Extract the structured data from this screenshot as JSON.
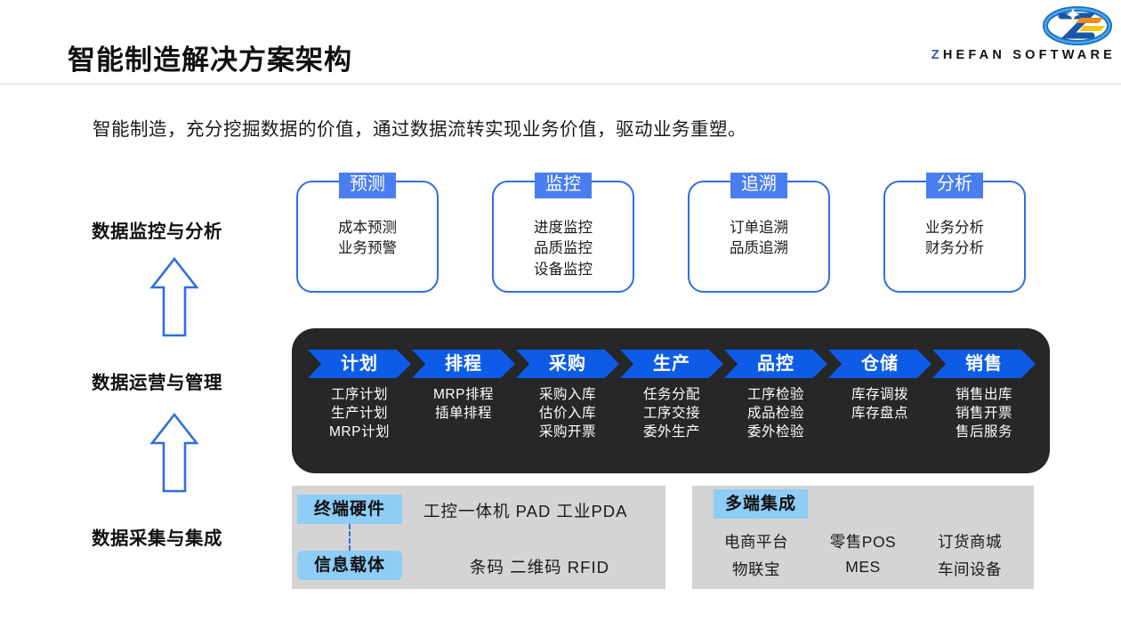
{
  "header": {
    "title": "智能制造解决方案架构",
    "subtitle": "智能制造，充分挖掘数据的价值，通过数据流转实现业务价值，驱动业务重塑。",
    "logo_text_prefix": "Z",
    "logo_text_rest": "HEFAN SOFTWARE",
    "logo_icon": "zhefan-logo-icon"
  },
  "stages": [
    {
      "label": "数据监控与分析"
    },
    {
      "label": "数据运营与管理"
    },
    {
      "label": "数据采集与集成"
    }
  ],
  "analytics_cards": [
    {
      "badge": "预测",
      "items": [
        "成本预测",
        "业务预警"
      ]
    },
    {
      "badge": "监控",
      "items": [
        "进度监控",
        "品质监控",
        "设备监控"
      ]
    },
    {
      "badge": "追溯",
      "items": [
        "订单追溯",
        "品质追溯"
      ]
    },
    {
      "badge": "分析",
      "items": [
        "业务分析",
        "财务分析"
      ]
    }
  ],
  "operations": [
    {
      "badge": "计划",
      "items": [
        "工序计划",
        "生产计划",
        "MRP计划"
      ]
    },
    {
      "badge": "排程",
      "items": [
        "MRP排程",
        "插单排程"
      ]
    },
    {
      "badge": "采购",
      "items": [
        "采购入库",
        "估价入库",
        "采购开票"
      ]
    },
    {
      "badge": "生产",
      "items": [
        "任务分配",
        "工序交接",
        "委外生产"
      ]
    },
    {
      "badge": "品控",
      "items": [
        "工序检验",
        "成品检验",
        "委外检验"
      ]
    },
    {
      "badge": "仓储",
      "items": [
        "库存调拨",
        "库存盘点"
      ]
    },
    {
      "badge": "销售",
      "items": [
        "销售出库",
        "销售开票",
        "售后服务"
      ]
    }
  ],
  "collection": {
    "hardware": {
      "tag": "终端硬件",
      "text": "工控一体机  PAD  工业PDA"
    },
    "carrier": {
      "tag": "信息载体",
      "text": "条码  二维码  RFID"
    },
    "integration": {
      "tag": "多端集成",
      "items": [
        "电商平台",
        "零售POS",
        "订货商城",
        "物联宝",
        "MES",
        "车间设备"
      ]
    }
  },
  "colors": {
    "card_badge_blue": "#4a7ef0",
    "card_border_blue": "#2f6ee0",
    "chevron_blue": "#0d5ce8",
    "panel_dark": "#272727",
    "panel_gray": "#d4d4d4",
    "tag_light_blue": "#8ecdf5"
  }
}
